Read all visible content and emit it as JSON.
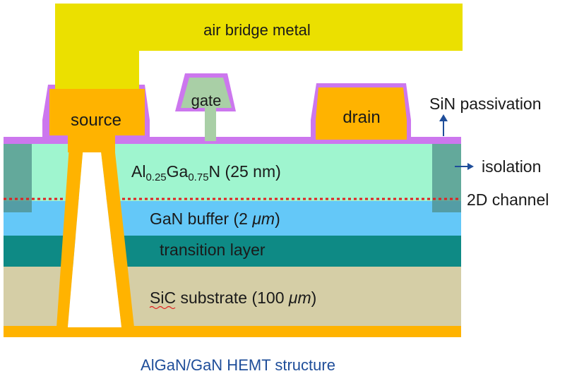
{
  "colors": {
    "air_bridge": "#ebe000",
    "contact_metal": "#ffb300",
    "passivation": "#cc77ee",
    "gate": "#a9cfa6",
    "algan": "#9ff5cf",
    "gan_buffer": "#64c8f8",
    "transition": "#0e8a85",
    "substrate": "#d5cea6",
    "isolation": "#4f8f8a",
    "channel_line": "#e02020",
    "arrow": "#1f4e9a",
    "caption": "#1f4e9a"
  },
  "labels": {
    "air_bridge": "air bridge metal",
    "source": "source",
    "gate": "gate",
    "drain": "drain",
    "passivation": "SiN passivation",
    "isolation": "isolation",
    "channel": "2D channel",
    "algan": {
      "al": "Al",
      "al_sub": "0.25",
      "ga": "Ga",
      "ga_sub": "0.75",
      "rest": "N (25 nm)"
    },
    "gan_buffer": {
      "prefix": "GaN buffer (2 ",
      "unit": "μm",
      "suffix": ")"
    },
    "transition": "transition layer",
    "substrate": {
      "material": "SiC",
      "prefix": " substrate (100 ",
      "unit": "μm",
      "suffix": ")"
    }
  },
  "caption": "AlGaN/GaN HEMT structure"
}
